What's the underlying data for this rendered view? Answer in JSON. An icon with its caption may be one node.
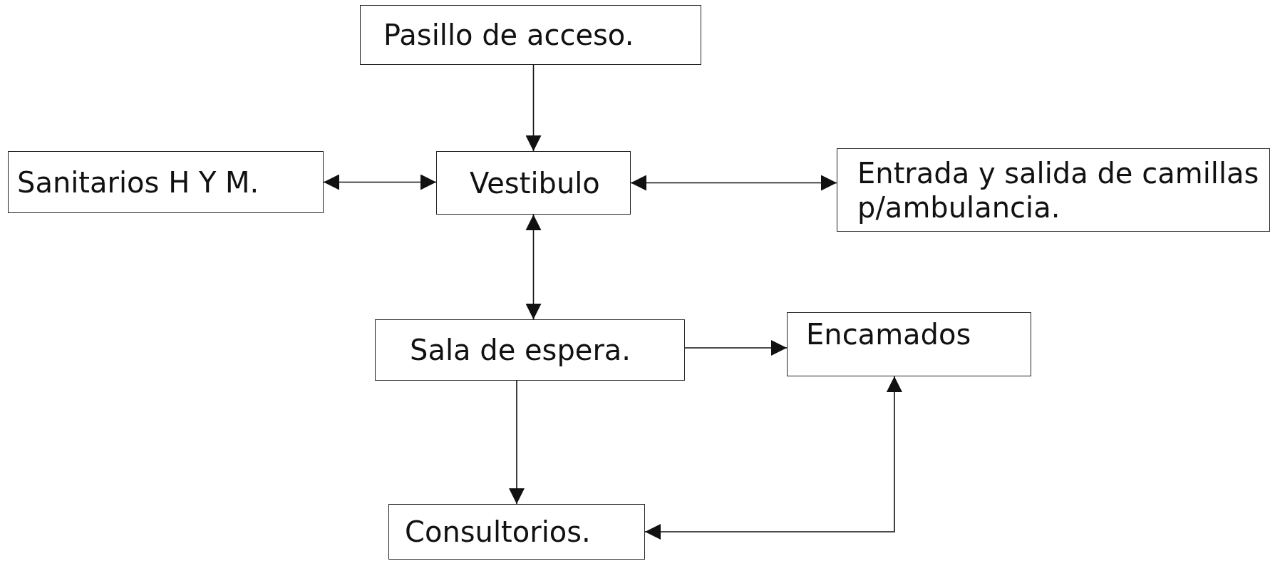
{
  "diagram": {
    "nodes": [
      {
        "text": [
          "Pasillo de acceso."
        ]
      },
      {
        "text": [
          "Sanitarios H Y M."
        ]
      },
      {
        "text": [
          "Vestibulo"
        ]
      },
      {
        "text": [
          "Entrada y salida de camillas p/ambulancia."
        ]
      },
      {
        "text": [
          "Sala de espera."
        ]
      },
      {
        "text": [
          "Encamados"
        ]
      },
      {
        "text": [
          "Consultorios."
        ]
      }
    ],
    "edges": [
      {
        "from": 0,
        "to": 2,
        "arrow": "to"
      },
      {
        "from": 1,
        "to": 2,
        "arrow": "both"
      },
      {
        "from": 2,
        "to": 3,
        "arrow": "both"
      },
      {
        "from": 2,
        "to": 4,
        "arrow": "both"
      },
      {
        "from": 4,
        "to": 5,
        "arrow": "to"
      },
      {
        "from": 4,
        "to": 6,
        "arrow": "to"
      },
      {
        "from": 6,
        "to": 5,
        "arrow": "both"
      }
    ]
  }
}
